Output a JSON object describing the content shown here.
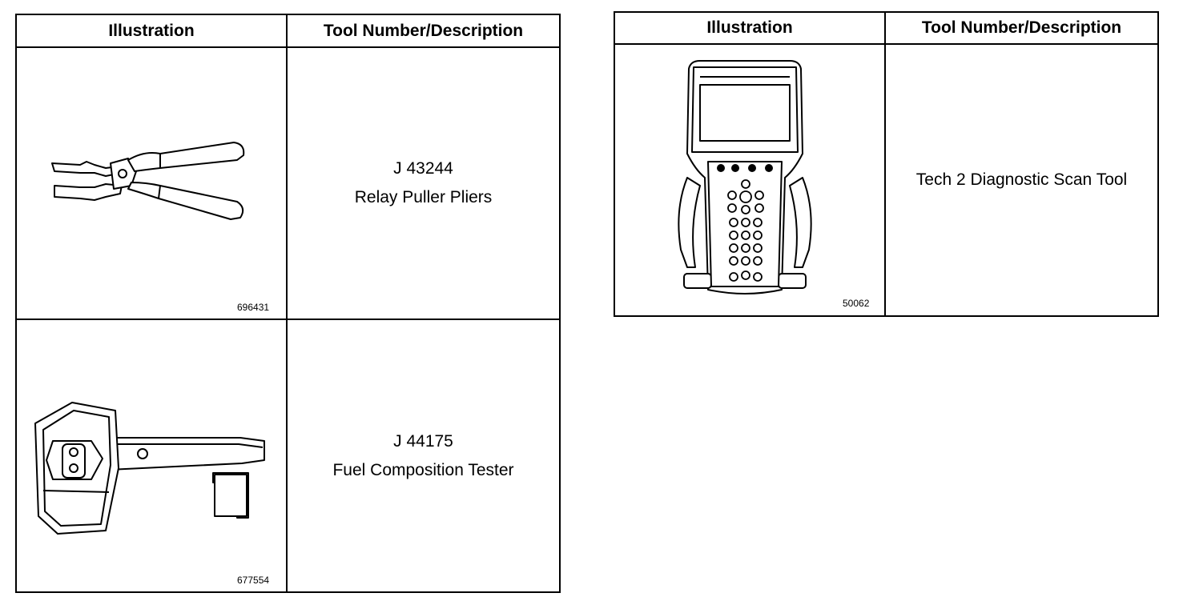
{
  "left_table": {
    "headers": {
      "illustration": "Illustration",
      "tool": "Tool Number/Description"
    },
    "rows": [
      {
        "figure_number": "696431",
        "tool_number": "J 43244",
        "description": "Relay Puller Pliers",
        "icon": "relay-puller-pliers"
      },
      {
        "figure_number": "677554",
        "tool_number": "J 44175",
        "description": "Fuel Composition Tester",
        "icon": "fuel-composition-tester"
      }
    ]
  },
  "right_table": {
    "headers": {
      "illustration": "Illustration",
      "tool": "Tool Number/Description"
    },
    "rows": [
      {
        "figure_number": "50062",
        "description": "Tech 2 Diagnostic Scan Tool",
        "icon": "tech-2-scan-tool"
      }
    ]
  }
}
